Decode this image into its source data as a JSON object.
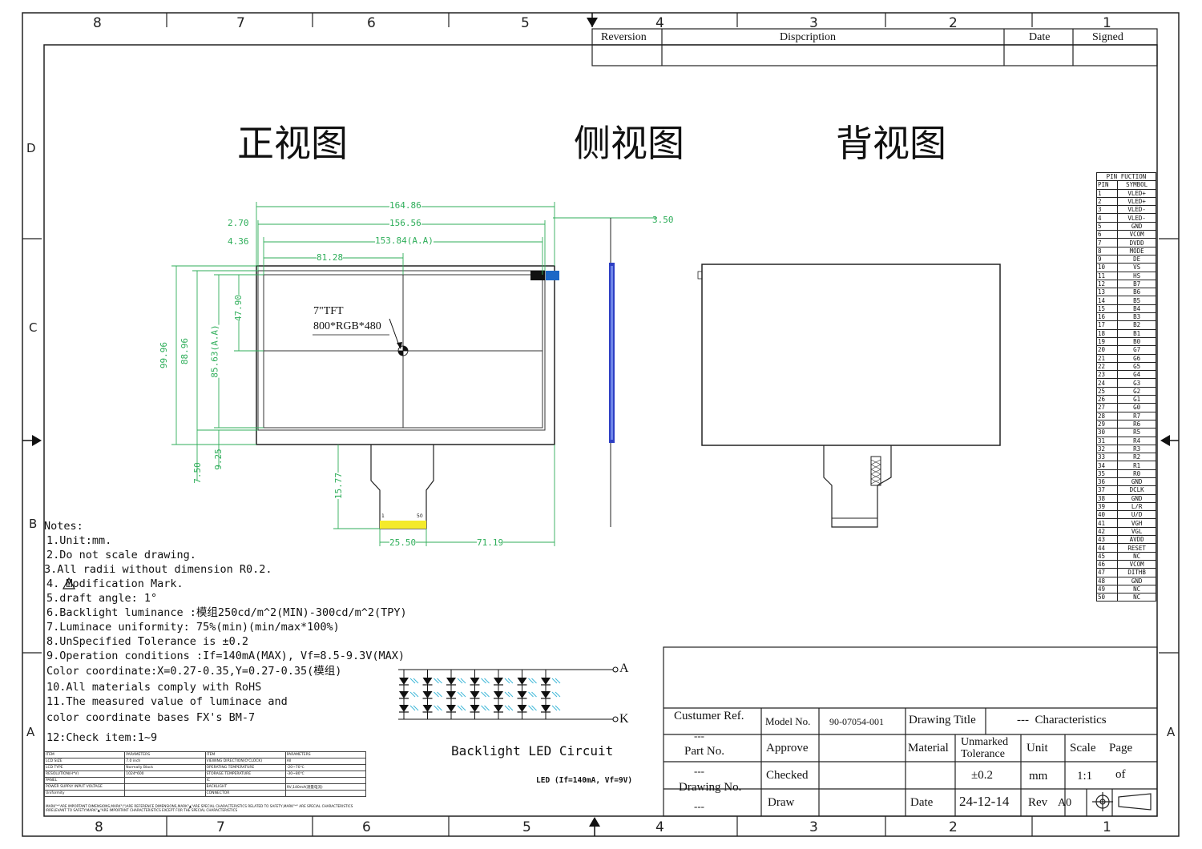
{
  "zones": {
    "columns_top": [
      "8",
      "7",
      "6",
      "5",
      "4",
      "3",
      "2",
      "1"
    ],
    "columns_bottom": [
      "8",
      "7",
      "6",
      "5",
      "4",
      "3",
      "2",
      "1"
    ],
    "rows": [
      "D",
      "C",
      "B",
      "A"
    ]
  },
  "revision_block": {
    "reversion_label": "Reversion",
    "description_label": "Dispcription",
    "date_label": "Date",
    "signed_label": "Signed"
  },
  "views": {
    "front": "正视图",
    "side": "侧视图",
    "back": "背视图"
  },
  "front_view": {
    "panel_label_line1": "7\"TFT",
    "panel_label_line2": "800*RGB*480",
    "dims": {
      "overall_width": "164.86",
      "glass_width": "156.56",
      "aa_width": "153.84(A.A)",
      "half_width": "81.28",
      "left_offset_1": "2.70",
      "left_offset_2": "4.36",
      "overall_height": "99.96",
      "glass_height": "88.96",
      "aa_height": "85.63(A.A)",
      "half_height": "47.90",
      "bottom_offset_1": "7.50",
      "bottom_offset_2": "9.25",
      "fpc_length": "15.77",
      "fpc_width": "25.50",
      "fpc_offset": "71.19",
      "fpc_pin_first": "1",
      "fpc_pin_last": "50"
    }
  },
  "side_view": {
    "thickness": "3.50"
  },
  "notes": {
    "title": "Notes:",
    "items": [
      "1.Unit:mm.",
      "2.Do not scale drawing.",
      "3.All radii without dimension R0.2.",
      "4.  Modification Mark.",
      "5.draft angle: 1°",
      "6.Backlight luminance :模组250cd/m^2(MIN)-300cd/m^2(TPY)",
      "7.Luminace uniformity: 75%(min)(min/max*100%)",
      "8.UnSpecified Tolerance is ±0.2",
      "9.Operation conditions :If=140mA(MAX), Vf=8.5-9.3V(MAX)",
      "  Color coordinate:X=0.27-0.35,Y=0.27-0.35(模组)",
      "10.All materials comply with RoHS",
      "11.The measured value of luminace and",
      "   color coordinate bases FX's BM-7",
      "12:Check item:1~9"
    ]
  },
  "param_table": {
    "rows": [
      [
        "ITEM",
        "PARAMETERS",
        "ITEM",
        "PARAMETERS"
      ],
      [
        "LCD SIZE",
        "7.0 inch",
        "VIEWING DIRECTION(O'CLOCK)",
        "All"
      ],
      [
        "LCD TYPE",
        "Normally Black",
        "OPERATING TEMPERATURE",
        "-20~70℃"
      ],
      [
        "RESOLUTION(H*V)",
        "1024*600",
        "STORAGE TEMPERATURE",
        "-30~80℃"
      ],
      [
        "PANEL",
        "",
        "IC",
        ""
      ],
      [
        "POWER SUPPLY INPUT VOLTAGE",
        "",
        "BACKLIGHT",
        "9V,140mA(测量电流)"
      ],
      [
        "Uniformity",
        "",
        "CONNECTOR",
        ""
      ]
    ],
    "footer": "MARK\"*\"ARE IMPORTANT DIMENSIONS,MARK\"(\")ARE REFERENCE DIMENSIONS,MARK\"▲\"ARE SPECIAL CHARACTERISTICS RELATED TO SAFETY,MARK\"*\" ARE SPECIAL CHARACTERISTICS IRRELEVANT TO SAFETY.MARK\"▲\"ARE IMPORTANT CHARACTERISTICS EXCEPT FOR THE SPECIAL CHARACTERISTICS"
  },
  "led_circuit": {
    "title": "Backlight LED Circuit",
    "anode": "A",
    "cathode": "K",
    "spec": "LED (If=140mA, Vf=9V)"
  },
  "pin_table": {
    "header1": "PIN FUCTION",
    "col_pin": "PIN",
    "col_symbol": "SYMBOL",
    "pins": [
      [
        "1",
        "VLED+"
      ],
      [
        "2",
        "VLED+"
      ],
      [
        "3",
        "VLED-"
      ],
      [
        "4",
        "VLED-"
      ],
      [
        "5",
        "GND"
      ],
      [
        "6",
        "VCOM"
      ],
      [
        "7",
        "DVDD"
      ],
      [
        "8",
        "MODE"
      ],
      [
        "9",
        "DE"
      ],
      [
        "10",
        "VS"
      ],
      [
        "11",
        "HS"
      ],
      [
        "12",
        "B7"
      ],
      [
        "13",
        "B6"
      ],
      [
        "14",
        "B5"
      ],
      [
        "15",
        "B4"
      ],
      [
        "16",
        "B3"
      ],
      [
        "17",
        "B2"
      ],
      [
        "18",
        "B1"
      ],
      [
        "19",
        "B0"
      ],
      [
        "20",
        "G7"
      ],
      [
        "21",
        "G6"
      ],
      [
        "22",
        "G5"
      ],
      [
        "23",
        "G4"
      ],
      [
        "24",
        "G3"
      ],
      [
        "25",
        "G2"
      ],
      [
        "26",
        "G1"
      ],
      [
        "27",
        "G0"
      ],
      [
        "28",
        "R7"
      ],
      [
        "29",
        "R6"
      ],
      [
        "30",
        "R5"
      ],
      [
        "31",
        "R4"
      ],
      [
        "32",
        "R3"
      ],
      [
        "33",
        "R2"
      ],
      [
        "34",
        "R1"
      ],
      [
        "35",
        "R0"
      ],
      [
        "36",
        "GND"
      ],
      [
        "37",
        "DCLK"
      ],
      [
        "38",
        "GND"
      ],
      [
        "39",
        "L/R"
      ],
      [
        "40",
        "U/D"
      ],
      [
        "41",
        "VGH"
      ],
      [
        "42",
        "VGL"
      ],
      [
        "43",
        "AVDD"
      ],
      [
        "44",
        "RESET"
      ],
      [
        "45",
        "NC"
      ],
      [
        "46",
        "VCOM"
      ],
      [
        "47",
        "DITHB"
      ],
      [
        "48",
        "GND"
      ],
      [
        "49",
        "NC"
      ],
      [
        "50",
        "NC"
      ]
    ]
  },
  "title_block": {
    "customer_ref_label": "Custumer Ref.",
    "customer_ref_value": "---",
    "part_no_label": "Part No.",
    "part_no_value": "---",
    "drawing_no_label": "Drawing No.",
    "drawing_no_value": "---",
    "model_no_label": "Model No.",
    "model_no_value": "90-07054-001",
    "drawing_title_label": "Drawing Title",
    "drawing_title_value": "---  Characteristics",
    "approve_label": "Approve",
    "checked_label": "Checked",
    "draw_label": "Draw",
    "material_label": "Material",
    "unmarked_tol_label_1": "Unmarked",
    "unmarked_tol_label_2": "Tolerance",
    "unmarked_tol_value": "±0.2",
    "unit_label": "Unit",
    "unit_value": "mm",
    "scale_label": "Scale",
    "scale_value": "1:1",
    "page_label": "Page",
    "page_value": "of",
    "date_label": "Date",
    "date_value": "24-12-14",
    "rev_label": "Rev",
    "rev_value": "A0"
  }
}
